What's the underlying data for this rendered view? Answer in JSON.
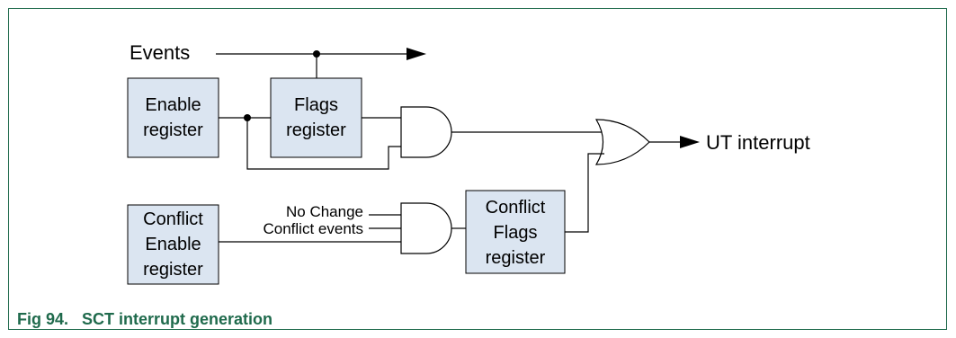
{
  "diagram": {
    "events_label": "Events",
    "enable_register": [
      "Enable",
      "register"
    ],
    "flags_register": [
      "Flags",
      "register"
    ],
    "conflict_enable_register": [
      "Conflict",
      "Enable",
      "register"
    ],
    "conflict_flags_register": [
      "Conflict",
      "Flags",
      "register"
    ],
    "no_change_label": "No Change",
    "conflict_events_label": "Conflict events",
    "output_label": "UT interrupt"
  },
  "caption": "Fig 94.   SCT interrupt generation",
  "colors": {
    "box_fill": "#dbe5f1",
    "frame_border": "#1f6a4c",
    "caption_text": "#1f6a4c"
  }
}
